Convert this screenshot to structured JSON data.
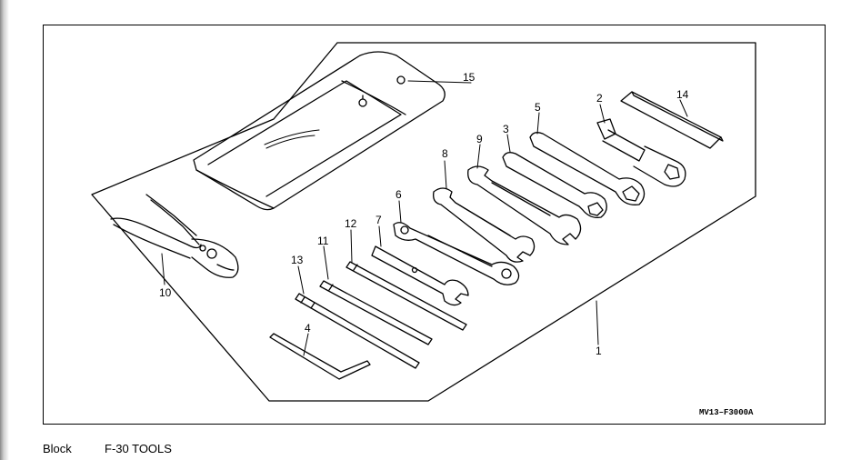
{
  "diagram": {
    "figure_code": "MV13–F3000A",
    "callouts": {
      "c1": "1",
      "c2": "2",
      "c3": "3",
      "c4": "4",
      "c5": "5",
      "c6": "6",
      "c7": "7",
      "c8": "8",
      "c9": "9",
      "c10": "10",
      "c11": "11",
      "c12": "12",
      "c13": "13",
      "c14": "14",
      "c15": "15"
    }
  },
  "footer": {
    "label": "Block",
    "value": "F-30 TOOLS"
  }
}
